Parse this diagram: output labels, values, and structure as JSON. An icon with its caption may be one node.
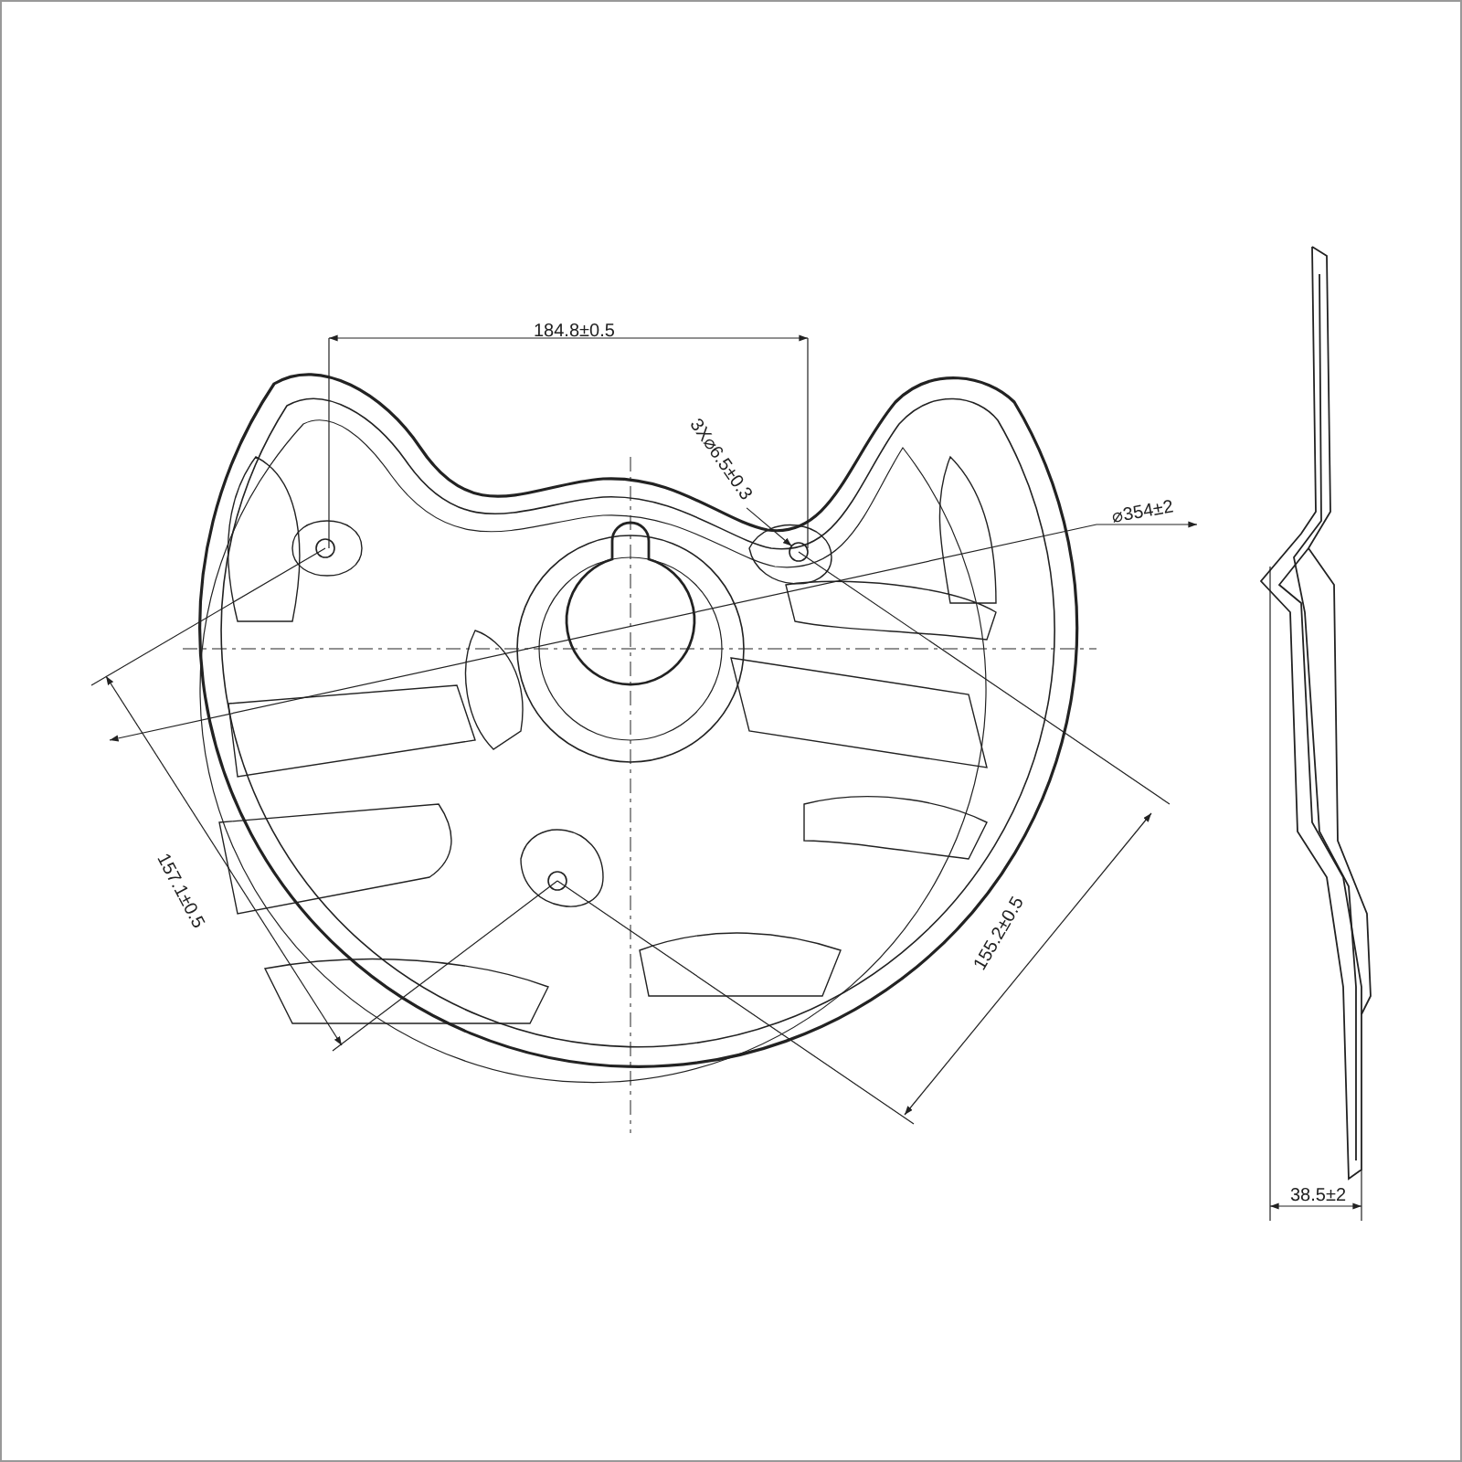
{
  "diagram": {
    "nodes": [
      {
        "text": [
          "3X⌀6.5±0.3"
        ]
      },
      {
        "text": [],
        "shape": "circle"
      }
    ],
    "edges": [
      {
        "from": 0,
        "to": 1,
        "arrow": "to"
      }
    ],
    "labels": [
      "184.8±0.5",
      "⌀354±2",
      "157.1±0.5",
      "155.2±0.5",
      "38.5±2"
    ]
  }
}
